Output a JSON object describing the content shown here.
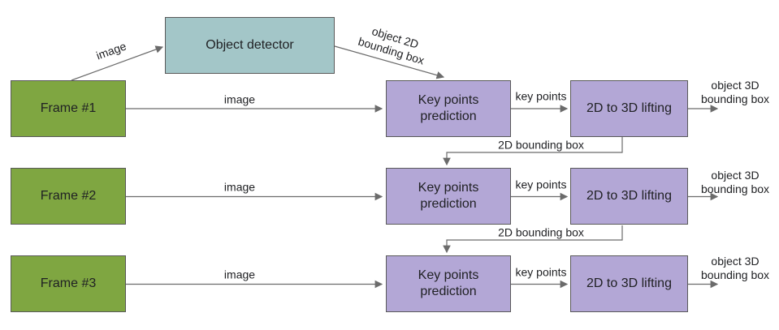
{
  "colors": {
    "frame_fill": "#7fa641",
    "detector_fill": "#a3c6c8",
    "module_fill": "#b3a7d6",
    "box_border": "#595959",
    "arrow": "#6b6b6b",
    "text": "#202124"
  },
  "nodes": {
    "object_detector": "Object detector"
  },
  "rows": [
    {
      "frame": "Frame #1",
      "keypoints": "Key points prediction",
      "lifting": "2D to 3D lifting"
    },
    {
      "frame": "Frame #2",
      "keypoints": "Key points prediction",
      "lifting": "2D to 3D lifting"
    },
    {
      "frame": "Frame #3",
      "keypoints": "Key points prediction",
      "lifting": "2D to 3D lifting"
    }
  ],
  "labels": {
    "image": "image",
    "key_points": "key points",
    "bounding_2d": "2D bounding box",
    "object_2d": [
      "object 2D",
      "bounding box"
    ],
    "object_3d": [
      "object 3D",
      "bounding box"
    ]
  }
}
